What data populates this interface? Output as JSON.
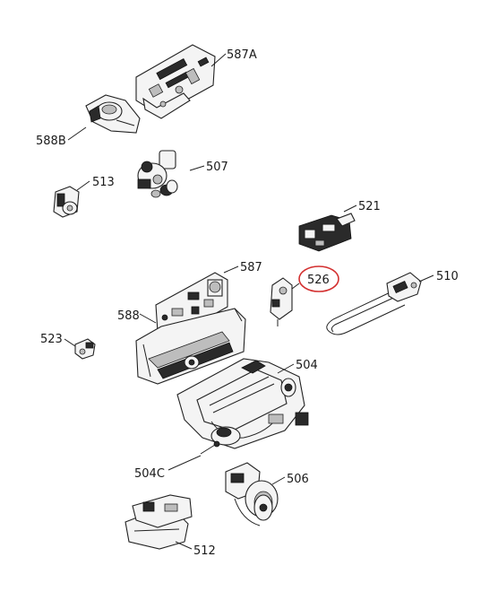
{
  "labels": {
    "p587A": "587A",
    "p588B": "588B",
    "p507": "507",
    "p513": "513",
    "p521": "521",
    "p587": "587",
    "p526": "526",
    "p510": "510",
    "p588": "588",
    "p523": "523",
    "p504": "504",
    "p504C": "504C",
    "p506": "506",
    "p512": "512"
  },
  "colors": {
    "highlight_ring": "#d32f2f",
    "ink": "#222222"
  },
  "highlighted_part": "526"
}
